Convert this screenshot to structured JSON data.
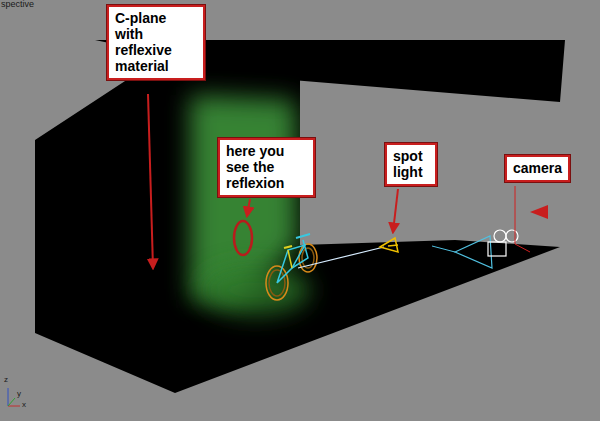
{
  "diagram": {
    "nodes": [
      {
        "text": [
          "C-plane with reflexive material"
        ]
      },
      {
        "text": [
          "here you see the reflexion"
        ]
      },
      {
        "text": [
          "spot light"
        ]
      },
      {
        "text": [
          "camera"
        ]
      }
    ],
    "labels": [
      "spective",
      "z",
      "y",
      "x"
    ]
  }
}
